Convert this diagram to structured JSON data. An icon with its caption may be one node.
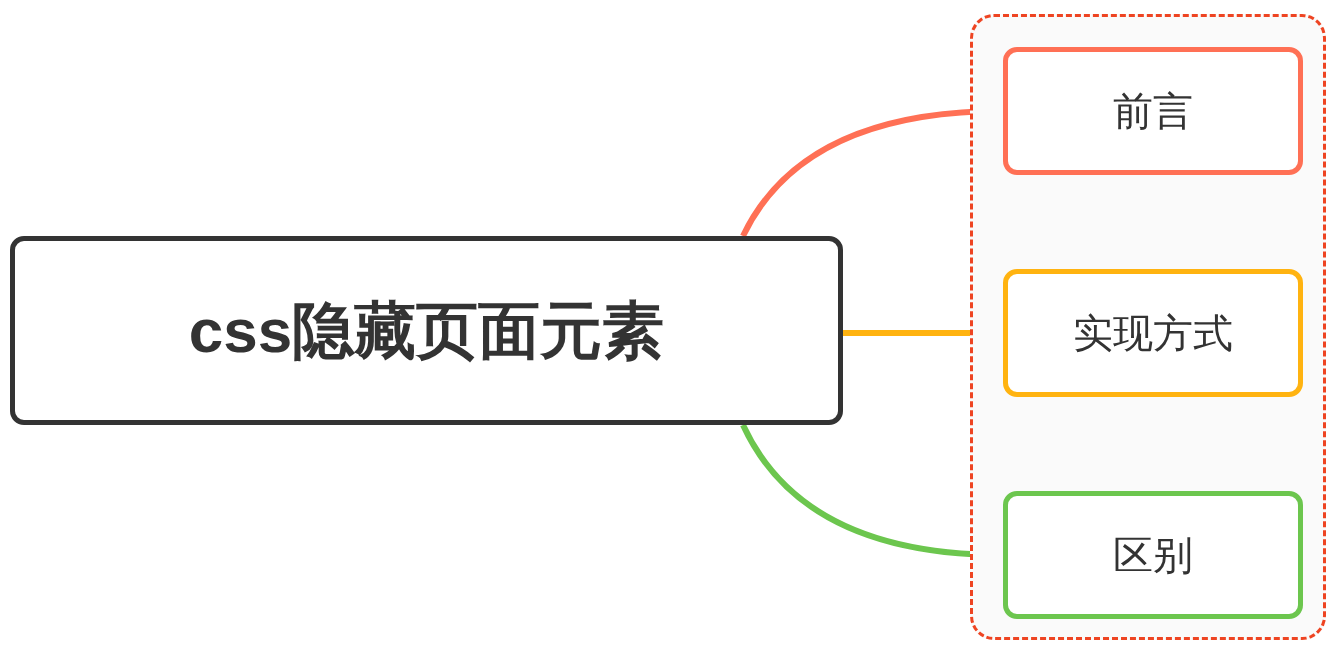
{
  "diagram": {
    "nodes": [
      {
        "text": [],
        "shape": "box"
      },
      {
        "text": [
          "css隐藏页面元素"
        ]
      },
      {
        "text": [
          "前言"
        ],
        "in": 0
      },
      {
        "text": [
          "实现方式"
        ],
        "in": 0
      },
      {
        "text": [
          "区别"
        ],
        "in": 0
      }
    ],
    "edges": [
      {
        "from": 1,
        "to": 2,
        "arrow": "none",
        "color": "#ff7055"
      },
      {
        "from": 1,
        "to": 3,
        "arrow": "none",
        "color": "#ffb310"
      },
      {
        "from": 1,
        "to": 4,
        "arrow": "none",
        "color": "#6cc64e"
      }
    ]
  }
}
